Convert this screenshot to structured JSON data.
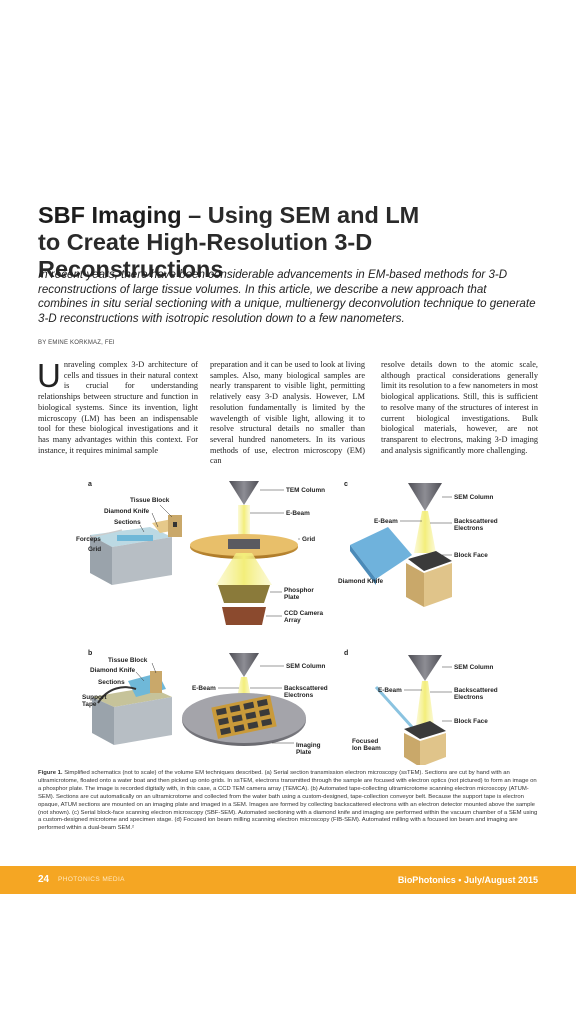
{
  "title": {
    "bold": "SBF Imaging",
    "rest_line1": " – Using SEM and LM",
    "line2": "to Create High-Resolution 3-D Reconstructions"
  },
  "deck": "In recent years, there have been considerable advancements in EM-based methods for 3-D reconstructions of large tissue volumes. In this article, we describe a new approach that combines in situ serial sectioning with a unique, multienergy deconvolution technique to generate 3-D reconstructions with isotropic resolution down to a few nanometers.",
  "byline": "BY EMINE KORKMAZ, FEI",
  "body": {
    "dropcap": "U",
    "col1": "nraveling complex 3-D architecture of cells and tissues in their natural context is crucial for understanding relationships between structure and function in biological systems. Since its invention, light microscopy (LM) has been an indispensable tool for these biological investigations and it has many advantages within this context. For instance, it requires minimal sample",
    "col2": "preparation and it can be used to look at living samples. Also, many biological samples are nearly transparent to visible light, permitting relatively easy 3-D analysis. However, LM resolution fundamentally is limited by the wavelength of visible light, allowing it to resolve structural details no smaller than several hundred nanometers. In its various methods of use, electron microscopy (EM) can",
    "col3": "resolve details down to the atomic scale, although practical considerations generally limit its resolution to a few nanometers in most biological applications. Still, this is sufficient to resolve many of the structures of interest in current biological investigations. Bulk biological materials, however, are not transparent to electrons, making 3-D imaging and analysis significantly more challenging."
  },
  "figure": {
    "panel_a": "a",
    "panel_b": "b",
    "panel_c": "c",
    "panel_d": "d",
    "a": {
      "tissue_block": "Tissue Block",
      "diamond_knife": "Diamond Knife",
      "sections": "Sections",
      "forceps": "Forceps",
      "grid": "Grid",
      "tem_column": "TEM Column",
      "e_beam": "E-Beam",
      "grid2": "Grid",
      "phosphor1": "Phosphor",
      "phosphor2": "Plate",
      "ccd1": "CCD Camera",
      "ccd2": "Array"
    },
    "c": {
      "sem_column": "SEM Column",
      "e_beam": "E-Beam",
      "bse1": "Backscattered",
      "bse2": "Electrons",
      "block_face": "Block Face",
      "diamond_knife": "Diamond Knife"
    },
    "b": {
      "tissue_block": "Tissue Block",
      "diamond_knife": "Diamond Knife",
      "sections": "Sections",
      "support1": "Support",
      "support2": "Tape",
      "sem_column": "SEM Column",
      "e_beam": "E-Beam",
      "bse1": "Backscattered",
      "bse2": "Electrons",
      "imaging1": "Imaging",
      "imaging2": "Plate"
    },
    "d": {
      "sem_column": "SEM Column",
      "e_beam": "E-Beam",
      "bse1": "Backscattered",
      "bse2": "Electrons",
      "block_face": "Block Face",
      "fib1": "Focused",
      "fib2": "Ion Beam"
    }
  },
  "caption": {
    "label": "Figure 1.",
    "text": " Simplified schematics (not to scale) of the volume EM techniques described. (a) Serial section transmission electron microscopy (ssTEM). Sections are cut by hand with an ultramicrotome, floated onto a water boat and then picked up onto grids. In ssTEM, electrons transmitted through the sample are focused with electron optics (not pictured) to form an image on a phosphor plate. The image is recorded digitally with, in this case, a CCD TEM camera array (TEMCA). (b) Automated tape-collecting ultramicrotome scanning electron microscopy (ATUM-SEM). Sections are cut automatically on an ultramicrotome and collected from the water bath using a custom-designed, tape-collection conveyor belt. Because the support tape is electron opaque, ATUM sections are mounted on an imaging plate and imaged in a SEM. Images are formed by collecting backscattered electrons with an electron detector mounted above the sample (not shown). (c) Serial block-face scanning electron microscopy (SBF-SEM). Automated sectioning with a diamond knife and imaging are performed within the vacuum chamber of a SEM using a custom-designed microtome and specimen stage. (d) Focused ion beam milling scanning electron microscopy (FIB-SEM). Automated milling with a focused ion beam and imaging are performed within a dual-beam SEM.²"
  },
  "footer": {
    "page_number": "24",
    "logo": "PHOTONICS MEDIA",
    "publication": "BioPhotonics • July/August 2015"
  },
  "colors": {
    "footer_bg": "#f5a623",
    "beam": "#f3ee7a",
    "column": "#6e6e74"
  }
}
